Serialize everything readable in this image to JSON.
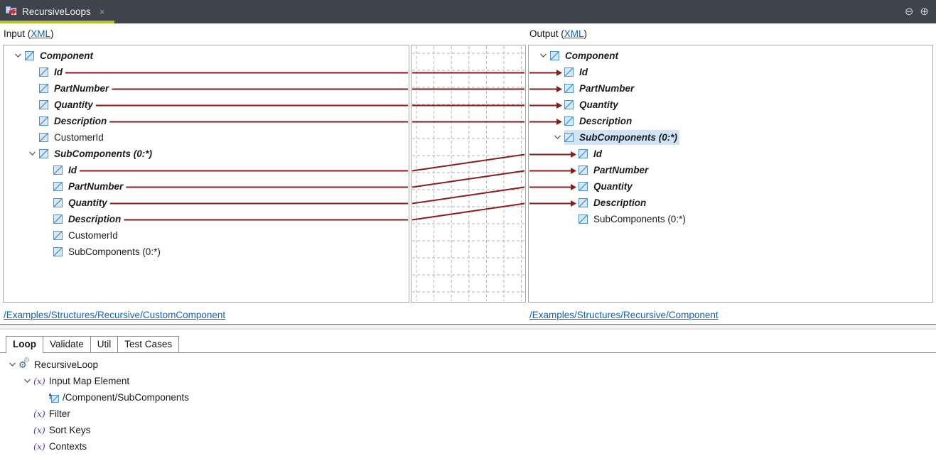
{
  "window": {
    "tab_title": "RecursiveLoops",
    "close_glyph": "×",
    "collapse_glyph": "⊖",
    "expand_glyph": "⊕"
  },
  "colors": {
    "connection_line": "#8b1c1c",
    "grid_line": "#b3b3b3",
    "tab_underline": "#b4c32e",
    "selection_highlight": "#cfe4f7",
    "link_blue": "#0a63c2",
    "titlebar_bg": "#3e434c",
    "node_icon_fill": "#d6e9f8",
    "node_icon_border": "#4f93ce",
    "fx_icon_purple": "#4f46a0"
  },
  "icons": {
    "fx_glyph": "(x)",
    "gear_glyph": "⚙"
  },
  "input_panel": {
    "header_prefix": "Input (",
    "header_link_label": "XML",
    "header_suffix": ")",
    "path_link": "/Examples/Structures/Recursive/CustomComponent",
    "tree": [
      {
        "label": "Component",
        "level": 0,
        "mapped": true,
        "expanded": true
      },
      {
        "label": "Id",
        "level": 1,
        "mapped": true
      },
      {
        "label": "PartNumber",
        "level": 1,
        "mapped": true
      },
      {
        "label": "Quantity",
        "level": 1,
        "mapped": true
      },
      {
        "label": "Description",
        "level": 1,
        "mapped": true
      },
      {
        "label": "CustomerId",
        "level": 1
      },
      {
        "label": "SubComponents (0:*)",
        "level": 1,
        "mapped": true,
        "expanded": true
      },
      {
        "label": "Id",
        "level": 2,
        "mapped": true
      },
      {
        "label": "PartNumber",
        "level": 2,
        "mapped": true
      },
      {
        "label": "Quantity",
        "level": 2,
        "mapped": true
      },
      {
        "label": "Description",
        "level": 2,
        "mapped": true
      },
      {
        "label": "CustomerId",
        "level": 2
      },
      {
        "label": "SubComponents (0:*)",
        "level": 2
      }
    ]
  },
  "output_panel": {
    "header_prefix": "Output (",
    "header_link_label": "XML",
    "header_suffix": ")",
    "path_link": "/Examples/Structures/Recursive/Component",
    "tree": [
      {
        "label": "Component",
        "level": 0,
        "mapped": true,
        "expanded": true
      },
      {
        "label": "Id",
        "level": 1,
        "mapped": true,
        "arrow": true
      },
      {
        "label": "PartNumber",
        "level": 1,
        "mapped": true,
        "arrow": true
      },
      {
        "label": "Quantity",
        "level": 1,
        "mapped": true,
        "arrow": true
      },
      {
        "label": "Description",
        "level": 1,
        "mapped": true,
        "arrow": true
      },
      {
        "label": "SubComponents (0:*)",
        "level": 1,
        "mapped": true,
        "expanded": true,
        "selected": true
      },
      {
        "label": "Id",
        "level": 2,
        "mapped": true,
        "arrow": true
      },
      {
        "label": "PartNumber",
        "level": 2,
        "mapped": true,
        "arrow": true
      },
      {
        "label": "Quantity",
        "level": 2,
        "mapped": true,
        "arrow": true
      },
      {
        "label": "Description",
        "level": 2,
        "mapped": true,
        "arrow": true
      },
      {
        "label": "SubComponents (0:*)",
        "level": 2
      }
    ]
  },
  "connections": [
    {
      "from": 1,
      "to": 1
    },
    {
      "from": 2,
      "to": 2
    },
    {
      "from": 3,
      "to": 3
    },
    {
      "from": 4,
      "to": 4
    },
    {
      "from": 7,
      "to": 6
    },
    {
      "from": 8,
      "to": 7
    },
    {
      "from": 9,
      "to": 8
    },
    {
      "from": 10,
      "to": 9
    }
  ],
  "bottom_panel": {
    "tabs": [
      {
        "label": "Loop",
        "active": true
      },
      {
        "label": "Validate",
        "active": false
      },
      {
        "label": "Util",
        "active": false
      },
      {
        "label": "Test Cases",
        "active": false
      }
    ],
    "tree": [
      {
        "label": "RecursiveLoop",
        "level": 0,
        "icon": "gears",
        "expanded": true
      },
      {
        "label": "Input Map Element",
        "level": 1,
        "icon": "fx",
        "expanded": true
      },
      {
        "label": "/Component/SubComponents",
        "level": 2,
        "icon": "node-ref"
      },
      {
        "label": "Filter",
        "level": 1,
        "icon": "fx"
      },
      {
        "label": "Sort Keys",
        "level": 1,
        "icon": "fx"
      },
      {
        "label": "Contexts",
        "level": 1,
        "icon": "fx"
      }
    ]
  }
}
